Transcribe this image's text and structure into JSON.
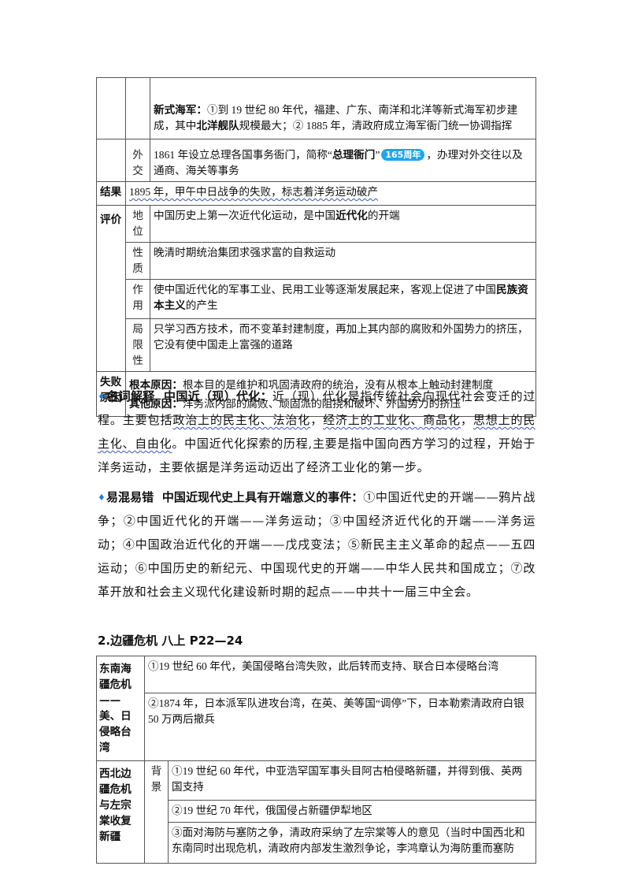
{
  "t1": {
    "navy_label": "新式海军：",
    "navy_p1": "①到 19 世纪 80 年代，福建、广东、南洋和北洋等新式海军初步建成，其中",
    "navy_b": "北洋舰队",
    "navy_p2": "规模最大；② 1885 年，清政府成立海军衙门统一协调指挥",
    "waijiao": "外交",
    "wj_p1": "1861 年设立总理各国事务衙门，简称“",
    "wj_b": "总理衙门",
    "wj_p2": "”",
    "wj_badge": "165周年",
    "wj_p3": "，办理对外交往以及通商、海关等事务",
    "jieguo": "结果",
    "jieguo_text": "1895 年，甲午中日战争的失败，标志着洋务运动破产",
    "pingjia": "评价",
    "diwei": "地位",
    "diwei_p1": "中国历史上第一次近代化运动，是中国",
    "diwei_b": "近代化",
    "diwei_p2": "的开端",
    "xingzhi": "性质",
    "xingzhi_text": "晚清时期统治集团求强求富的自救运动",
    "zuoyong": "作用",
    "zy_p1": "使中国近代化的军事工业、民用工业等逐渐发展起来，客观上促进了中国",
    "zy_b": "民族资本主义",
    "zy_p2": "的产生",
    "juxian": "局限性",
    "juxian_text": "只学习西方技术，而不变革封建制度，再加上其内部的腐败和外国势力的挤压，它没有使中国走上富强的道路",
    "shibai": "失败原因",
    "gen_label": "根本原因：",
    "gen_text": "根本目的是维护和巩固清政府的统治，没有从根本上触动封建制度",
    "qita_label": "其他原因：",
    "qita_text": "洋务派内部的腐败、顽固派的阻挠和破坏、外国势力的挤压"
  },
  "note1": {
    "label": "名词解释",
    "title": "中国近（现）代化：",
    "p1": "近（现）代化是指传统社会向现代社会变迁的过程。主要包括",
    "w1": "政治上的民主化、法治化",
    "p2": "，",
    "w2": "经济上的工业化、商品化",
    "p3": "，",
    "w3": "思想上的民主化、自由化",
    "p4": "。中国近代化探索的历程,主要是指中国向西方学习的过程，开始于洋务运动，主要依据是洋务运动迈出了经济工业化的第一步。"
  },
  "note2": {
    "label": "易混易错",
    "title": "中国近现代史上具有开端意义的事件：",
    "text": "①中国近代史的开端——鸦片战争；②中国近代化的开端——洋务运动；③中国经济近代化的开端——洋务运动；④中国政治近代化的开端——戊戌变法；⑤新民主主义革命的起点——五四运动；⑥中国历史的新纪元、中国现代史的开端——中华人民共和国成立；⑦改革开放和社会主义现代化建设新时期的起点——中共十一届三中全会。"
  },
  "section2": {
    "title": "2.边疆危机  八上 P22—24"
  },
  "t2": {
    "dongnan": "东南海疆危机——美、日侵略台湾",
    "dn1": "①19 世纪 60 年代，美国侵略台湾失败，此后转而支持、联合日本侵略台湾",
    "dn2": "②1874 年，日本派军队进攻台湾，在英、美等国“调停”下，日本勒索清政府白银 50 万两后撤兵",
    "xibei": "西北边疆危机与左宗棠收复新疆",
    "beijing": "背景",
    "xb1": "①19 世纪 60 年代，中亚浩罕国军事头目阿古柏侵略新疆，并得到俄、英两国支持",
    "xb2": "②19 世纪 70 年代，俄国侵占新疆伊犁地区",
    "xb3": "③面对海防与塞防之争，清政府采纳了左宗棠等人的意见（当时中国西北和东南同时出现危机，清政府内部发生激烈争论，李鸿章认为海防重而塞防"
  }
}
